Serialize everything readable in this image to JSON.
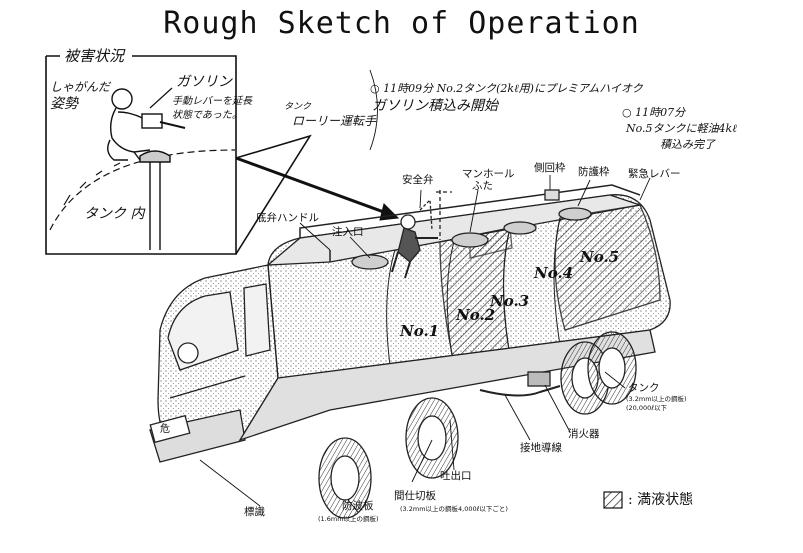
{
  "title": "Rough Sketch of Operation",
  "inset": {
    "heading": "被害状況",
    "crouched_posture": [
      "しゃがんだ",
      "姿勢"
    ],
    "gasoline": "ガソリン",
    "hand_lever": [
      "手動レバーを延長",
      "状態であった。"
    ],
    "tank_inside": "タンク 内"
  },
  "notes": {
    "note_1109": [
      "○ 11時09分 No.2タンク(2kℓ用)にプレミアムハイオク",
      "ガソリン積込み開始"
    ],
    "note_1107": [
      "○ 11時07分",
      "No.5タンクに軽油4kℓ",
      "積込み完了"
    ],
    "driver": [
      "タンク",
      "ローリー運転手"
    ]
  },
  "labels": {
    "safety_valve": "安全弁",
    "manhole": [
      "マンホール",
      "ふた"
    ],
    "side_frame": "側回枠",
    "protective_frame": "防護枠",
    "emergency_lever": "緊急レバー",
    "bottom_valve_handle": "底弁ハンドル",
    "inlet": "注入口",
    "tank": "タンク",
    "tank_spec": [
      "(3.2mm以上の鋼板)",
      "(20,000ℓ以下"
    ],
    "fire_extinguisher": "消火器",
    "ground_wire": "接地導線",
    "outlet": "吐出口",
    "partition": "間仕切板",
    "partition_spec": "(3.2mm以上の鋼板4,000ℓ以下ごと)",
    "baffle": "防波板",
    "baffle_spec": "(1.6mm以上の鋼板)",
    "sign": "標識",
    "sign_plate": "危",
    "legend_label": ": 満液状態"
  },
  "tanks": [
    "No.1",
    "No.2",
    "No.3",
    "No.4",
    "No.5"
  ]
}
